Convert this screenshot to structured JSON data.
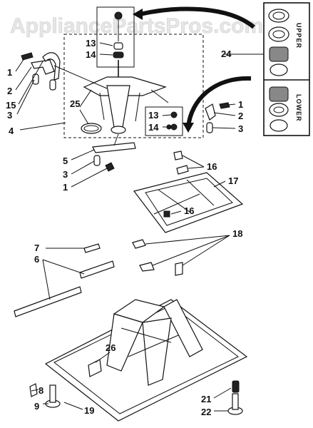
{
  "watermark": "AppliancePartsPros.com",
  "kit_labels": {
    "upper": "UPPER",
    "lower": "LOWER"
  },
  "callouts": {
    "c1_left": "1",
    "c2_left": "2",
    "c15": "15",
    "c3_left": "3",
    "c4": "4",
    "c25": "25",
    "c13_top": "13",
    "c14_top": "14",
    "c24": "24",
    "c13_mid": "13",
    "c14_mid": "14",
    "c1_right": "1",
    "c2_right": "2",
    "c3_right": "3",
    "c5": "5",
    "c3_lower": "3",
    "c1_lower": "1",
    "c16_top": "16",
    "c17": "17",
    "c16_mid": "16",
    "c18": "18",
    "c7": "7",
    "c6": "6",
    "c26": "26",
    "c8": "8",
    "c9": "9",
    "c19": "19",
    "c21": "21",
    "c22": "22"
  }
}
